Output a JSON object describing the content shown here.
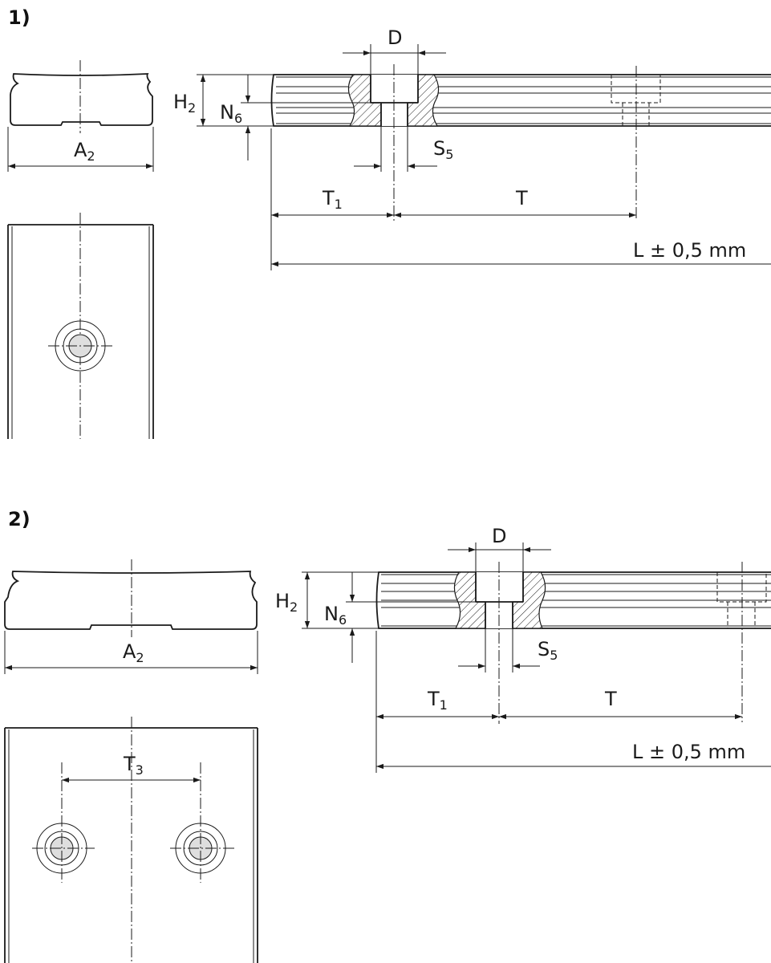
{
  "figures": [
    {
      "id": "1)",
      "labels": {
        "D": "D",
        "H": "H",
        "H_sub": "2",
        "N": "N",
        "N_sub": "6",
        "S": "S",
        "S_sub": "5",
        "T1": "T",
        "T1_sub": "1",
        "T": "T",
        "A": "A",
        "A_sub": "2",
        "L": "L ± 0,5 mm"
      }
    },
    {
      "id": "2)",
      "labels": {
        "D": "D",
        "H": "H",
        "H_sub": "2",
        "N": "N",
        "N_sub": "6",
        "S": "S",
        "S_sub": "5",
        "T1": "T",
        "T1_sub": "1",
        "T": "T",
        "A": "A",
        "A_sub": "2",
        "T3": "T",
        "T3_sub": "3",
        "L": "L ± 0,5 mm"
      }
    }
  ]
}
